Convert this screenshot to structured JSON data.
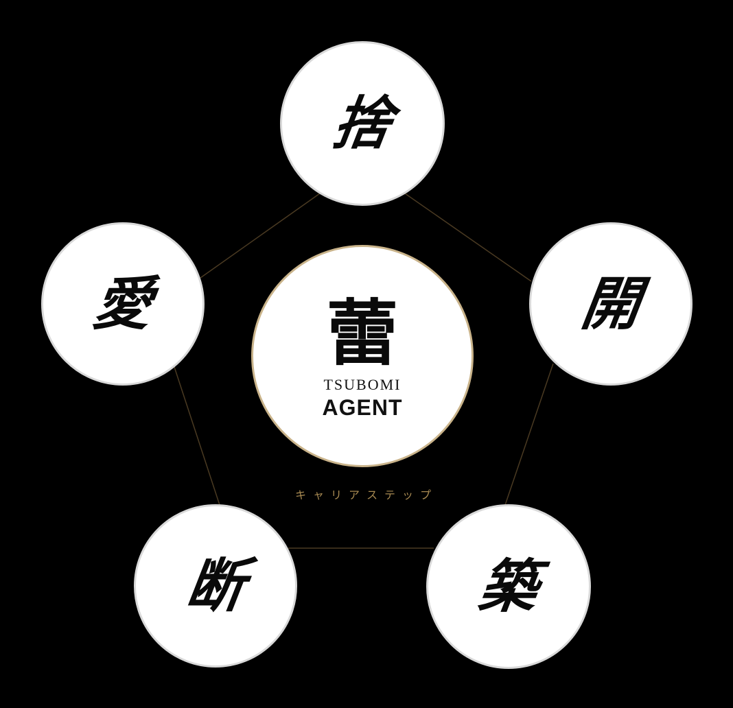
{
  "colors": {
    "background": "#000000",
    "connector_line": "#4a3a22",
    "center_ring": "#c9b38a",
    "caption": "#a88a52"
  },
  "center": {
    "kanji": "蕾",
    "subtitle": "TSUBOMI",
    "title": "AGENT"
  },
  "nodes": {
    "top": "捨",
    "left": "愛",
    "right": "開",
    "bottom_left": "断",
    "bottom_right": "築"
  },
  "caption": "キャリアステップ"
}
